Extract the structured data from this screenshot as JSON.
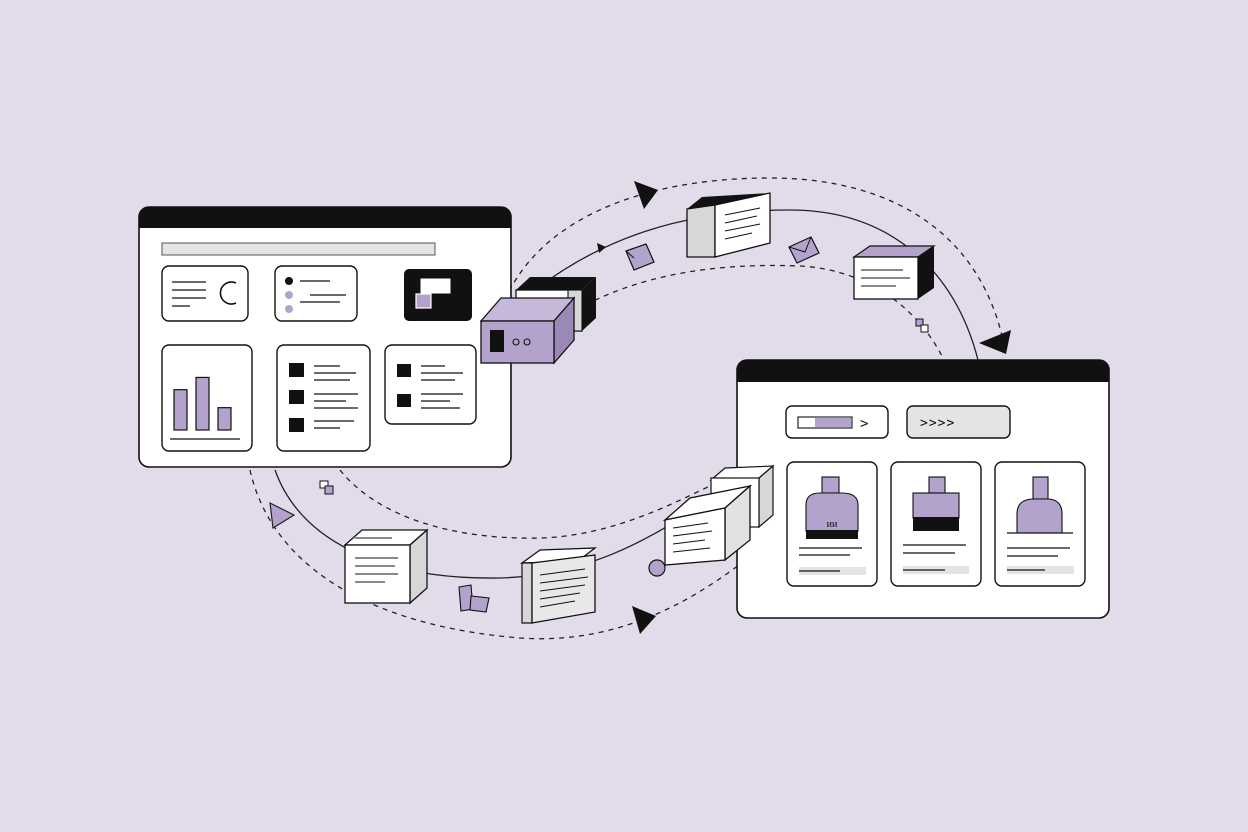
{
  "colors": {
    "background": "#e2dcea",
    "accent": "#b3a2cb",
    "ink": "#111111",
    "panel": "#ffffff",
    "muted": "#e4e4e4",
    "box_side": "#d7d7d7"
  },
  "source_window": {
    "widgets": [
      "text-with-ring",
      "bullet-list",
      "dark-thumbnail",
      "bar-chart",
      "checklist",
      "checklist"
    ],
    "bar_chart_values": [
      0.56,
      0.73,
      0.31
    ]
  },
  "target_window": {
    "buttons": [
      {
        "icon": "chevron-right-icon",
        "text": ">"
      },
      {
        "icon": "chevron-right-icon",
        "text": ">>>>"
      }
    ],
    "product_cards": [
      {
        "icon": "bottle-icon",
        "label": "ᴎᴎ"
      },
      {
        "icon": "bottle-icon",
        "label": ""
      },
      {
        "icon": "bottle-icon",
        "label": ""
      }
    ]
  },
  "flow": {
    "arrows": [
      "triangle-arrow-icon",
      "triangle-arrow-icon",
      "triangle-arrow-icon",
      "triangle-arrow-icon",
      "triangle-arrow-icon"
    ],
    "packages": [
      "document-box-icon",
      "document-box-icon",
      "document-box-icon",
      "document-box-icon",
      "device-box-icon"
    ]
  }
}
